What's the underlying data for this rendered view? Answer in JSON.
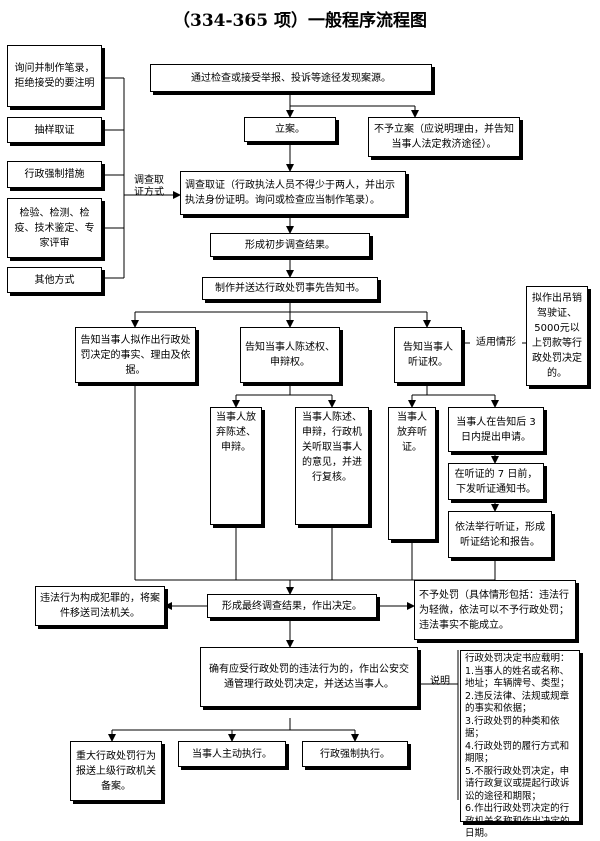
{
  "title": "（334-365 项）一般程序流程图",
  "methods": {
    "m1": "询问并制作笔录，拒绝接受的要注明",
    "m2": "抽样取证",
    "m3": "行政强制措施",
    "m4": "检验、检测、检疫、技术鉴定、专家评审",
    "m5": "其他方式",
    "label": "调查取\n证方式"
  },
  "flow": {
    "discover": "通过检查或接受举报、投诉等途径发现案源。",
    "file_case": "立案。",
    "no_case": "不予立案（应说明理由，并告知当事人法定救济途径）。",
    "investigate": "调查取证（行政执法人员不得少于两人，并出示执法身份证明。询问或检查应当制作笔录）。",
    "prelim": "形成初步调查结果。",
    "notice": "制作并送达行政处罚事先告知书。",
    "inform_facts": "告知当事人拟作出行政处罚决定的事实、理由及依据。",
    "inform_defense": "告知当事人陈述权、申辩权。",
    "inform_hearing": "告知当事人听证权。",
    "apply_cond_label": "适用情形",
    "apply_cond": "拟作出吊销驾驶证、5000元以上罚款等行政处罚决定的。",
    "waive_defense": "当事人放弃陈述、申辩。",
    "review": "当事人陈述、申辩，行政机关听取当事人的意见，并进行复核。",
    "waive_hearing": "当事人放弃听证。",
    "request_hearing": "当事人在告知后 3 日内提出申请。",
    "hearing_notice": "在听证的 7 日前，下发听证通知书。",
    "hold_hearing": "依法举行听证，形成听证结论和报告。",
    "crime": "违法行为构成犯罪的，将案件移送司法机关。",
    "final": "形成最终调查结果，作出决定。",
    "no_penalty": "不予处罚（具体情形包括：违法行为轻微，依法可以不予行政处罚；违法事实不能成立。",
    "decide": "确有应受行政处罚的违法行为的，作出公安交通管理行政处罚决定，并送达当事人。",
    "explain_label": "说明",
    "explain": "行政处罚决定书应载明：\n1.当事人的姓名或名称、地址；车辆牌号、类型；\n2.违反法律、法规或规章的事实和依据；\n3.行政处罚的种类和依据；\n4.行政处罚的履行方式和期限；\n5.不服行政处罚决定，申请行政复议或提起行政诉讼的途径和期限；\n6.作出行政处罚决定的行政机关名称和作出决定的日期。",
    "major_report": "重大行政处罚行为报送上级行政机关备案。",
    "self_exec": "当事人主动执行。",
    "force_exec": "行政强制执行。"
  }
}
